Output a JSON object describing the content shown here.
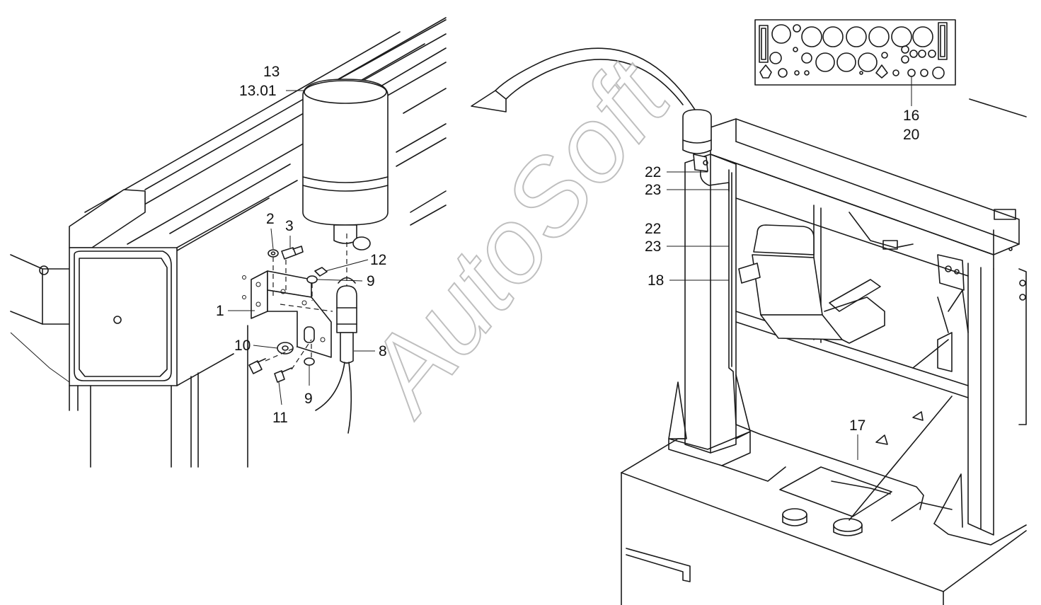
{
  "watermark": "AutoSoft",
  "callouts": {
    "c13": "13",
    "c1301": "13.01",
    "c2": "2",
    "c3": "3",
    "c12": "12",
    "c9a": "9",
    "c1": "1",
    "c10": "10",
    "c8": "8",
    "c9b": "9",
    "c11": "11",
    "c16": "16",
    "c20": "20",
    "c22a": "22",
    "c23a": "23",
    "c22b": "22",
    "c23b": "23",
    "c18": "18",
    "c17": "17"
  }
}
